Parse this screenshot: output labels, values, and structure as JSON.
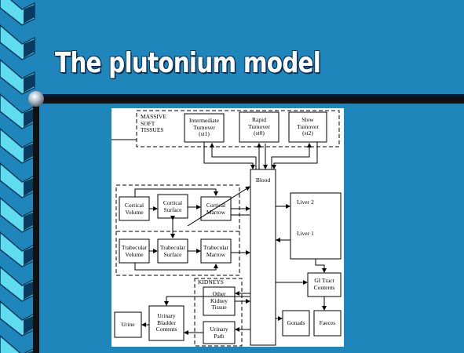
{
  "slide": {
    "title": "The plutonium model",
    "colors": {
      "background": "#1f86bc",
      "spiral_cyan": "#5fdcf0",
      "spiral_dark": "#0a3a5e",
      "rule": "#111111"
    }
  },
  "diagram": {
    "groups": {
      "massive_soft_tissues": "MASSIVE\nSOFT\nTISSUES",
      "kidneys": "KIDNEYS"
    },
    "boxes": {
      "intermediate_turnover": "Intermediate\nTurnover\n(st1)",
      "rapid_turnover": "Rapid\nTurnover\n(st0)",
      "slow_turnover": "Slow\nTurnover\n(st2)",
      "blood": "Blood",
      "cortical_volume": "Cortical\nVolume",
      "cortical_surface": "Cortical\nSurface",
      "cortical_marrow": "Cortical\nMarrow",
      "trabecular_volume": "Trabecular\nVolume",
      "trabecular_surface": "Trabecular\nSurface",
      "trabecular_marrow": "Trabecular\nMarrow",
      "liver_2": "Liver 2",
      "liver_1": "Liver 1",
      "gi_tract_contents": "GI Tract\nContents",
      "other_kidney_tissue": "Other\nKidney\nTissue",
      "urinary_path": "Urinary\nPath",
      "urine": "Urine",
      "urinary_bladder_contents": "Urinary\nBladder\nContents",
      "gonads": "Gonads",
      "faeces": "Faeces"
    }
  }
}
